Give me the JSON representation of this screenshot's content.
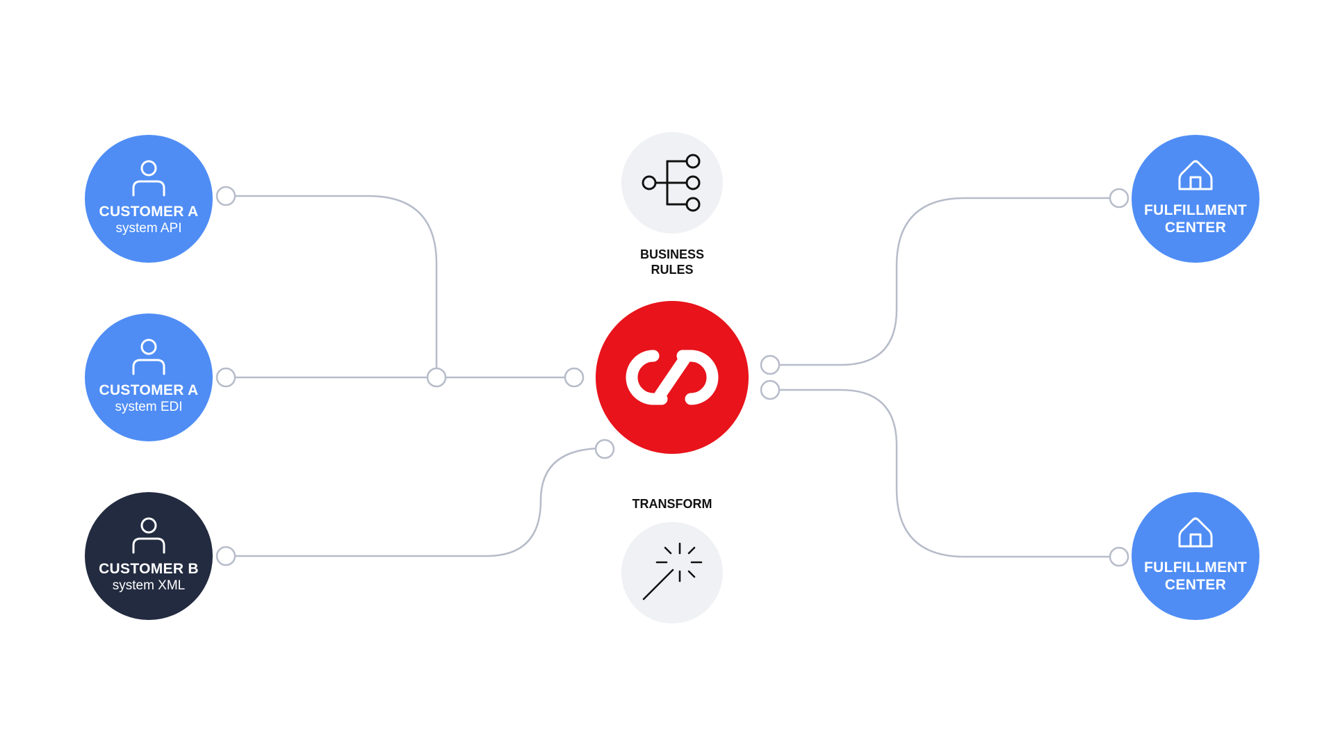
{
  "nodes": {
    "customer_a_api": {
      "title": "CUSTOMER A",
      "subtitle": "system API",
      "icon": "user-icon",
      "color": "#4f8df5"
    },
    "customer_a_edi": {
      "title": "CUSTOMER A",
      "subtitle": "system EDI",
      "icon": "user-icon",
      "color": "#4f8df5"
    },
    "customer_b_xml": {
      "title": "CUSTOMER B",
      "subtitle": "system XML",
      "icon": "user-icon",
      "color": "#222b40"
    },
    "hub": {
      "icon": "infinity-link-icon",
      "color": "#e8131b"
    },
    "business_rules": {
      "label_line1": "BUSINESS",
      "label_line2": "RULES",
      "icon": "branch-tree-icon"
    },
    "transform": {
      "label": "TRANSFORM",
      "icon": "magic-wand-icon"
    },
    "fulfillment_top": {
      "title_line1": "FULFILLMENT",
      "title_line2": "CENTER",
      "icon": "house-icon",
      "color": "#4f8df5"
    },
    "fulfillment_bottom": {
      "title_line1": "FULFILLMENT",
      "title_line2": "CENTER",
      "icon": "house-icon",
      "color": "#4f8df5"
    }
  },
  "colors": {
    "connector": "#b6bcc9",
    "icon_bubble": "#f0f1f4"
  }
}
